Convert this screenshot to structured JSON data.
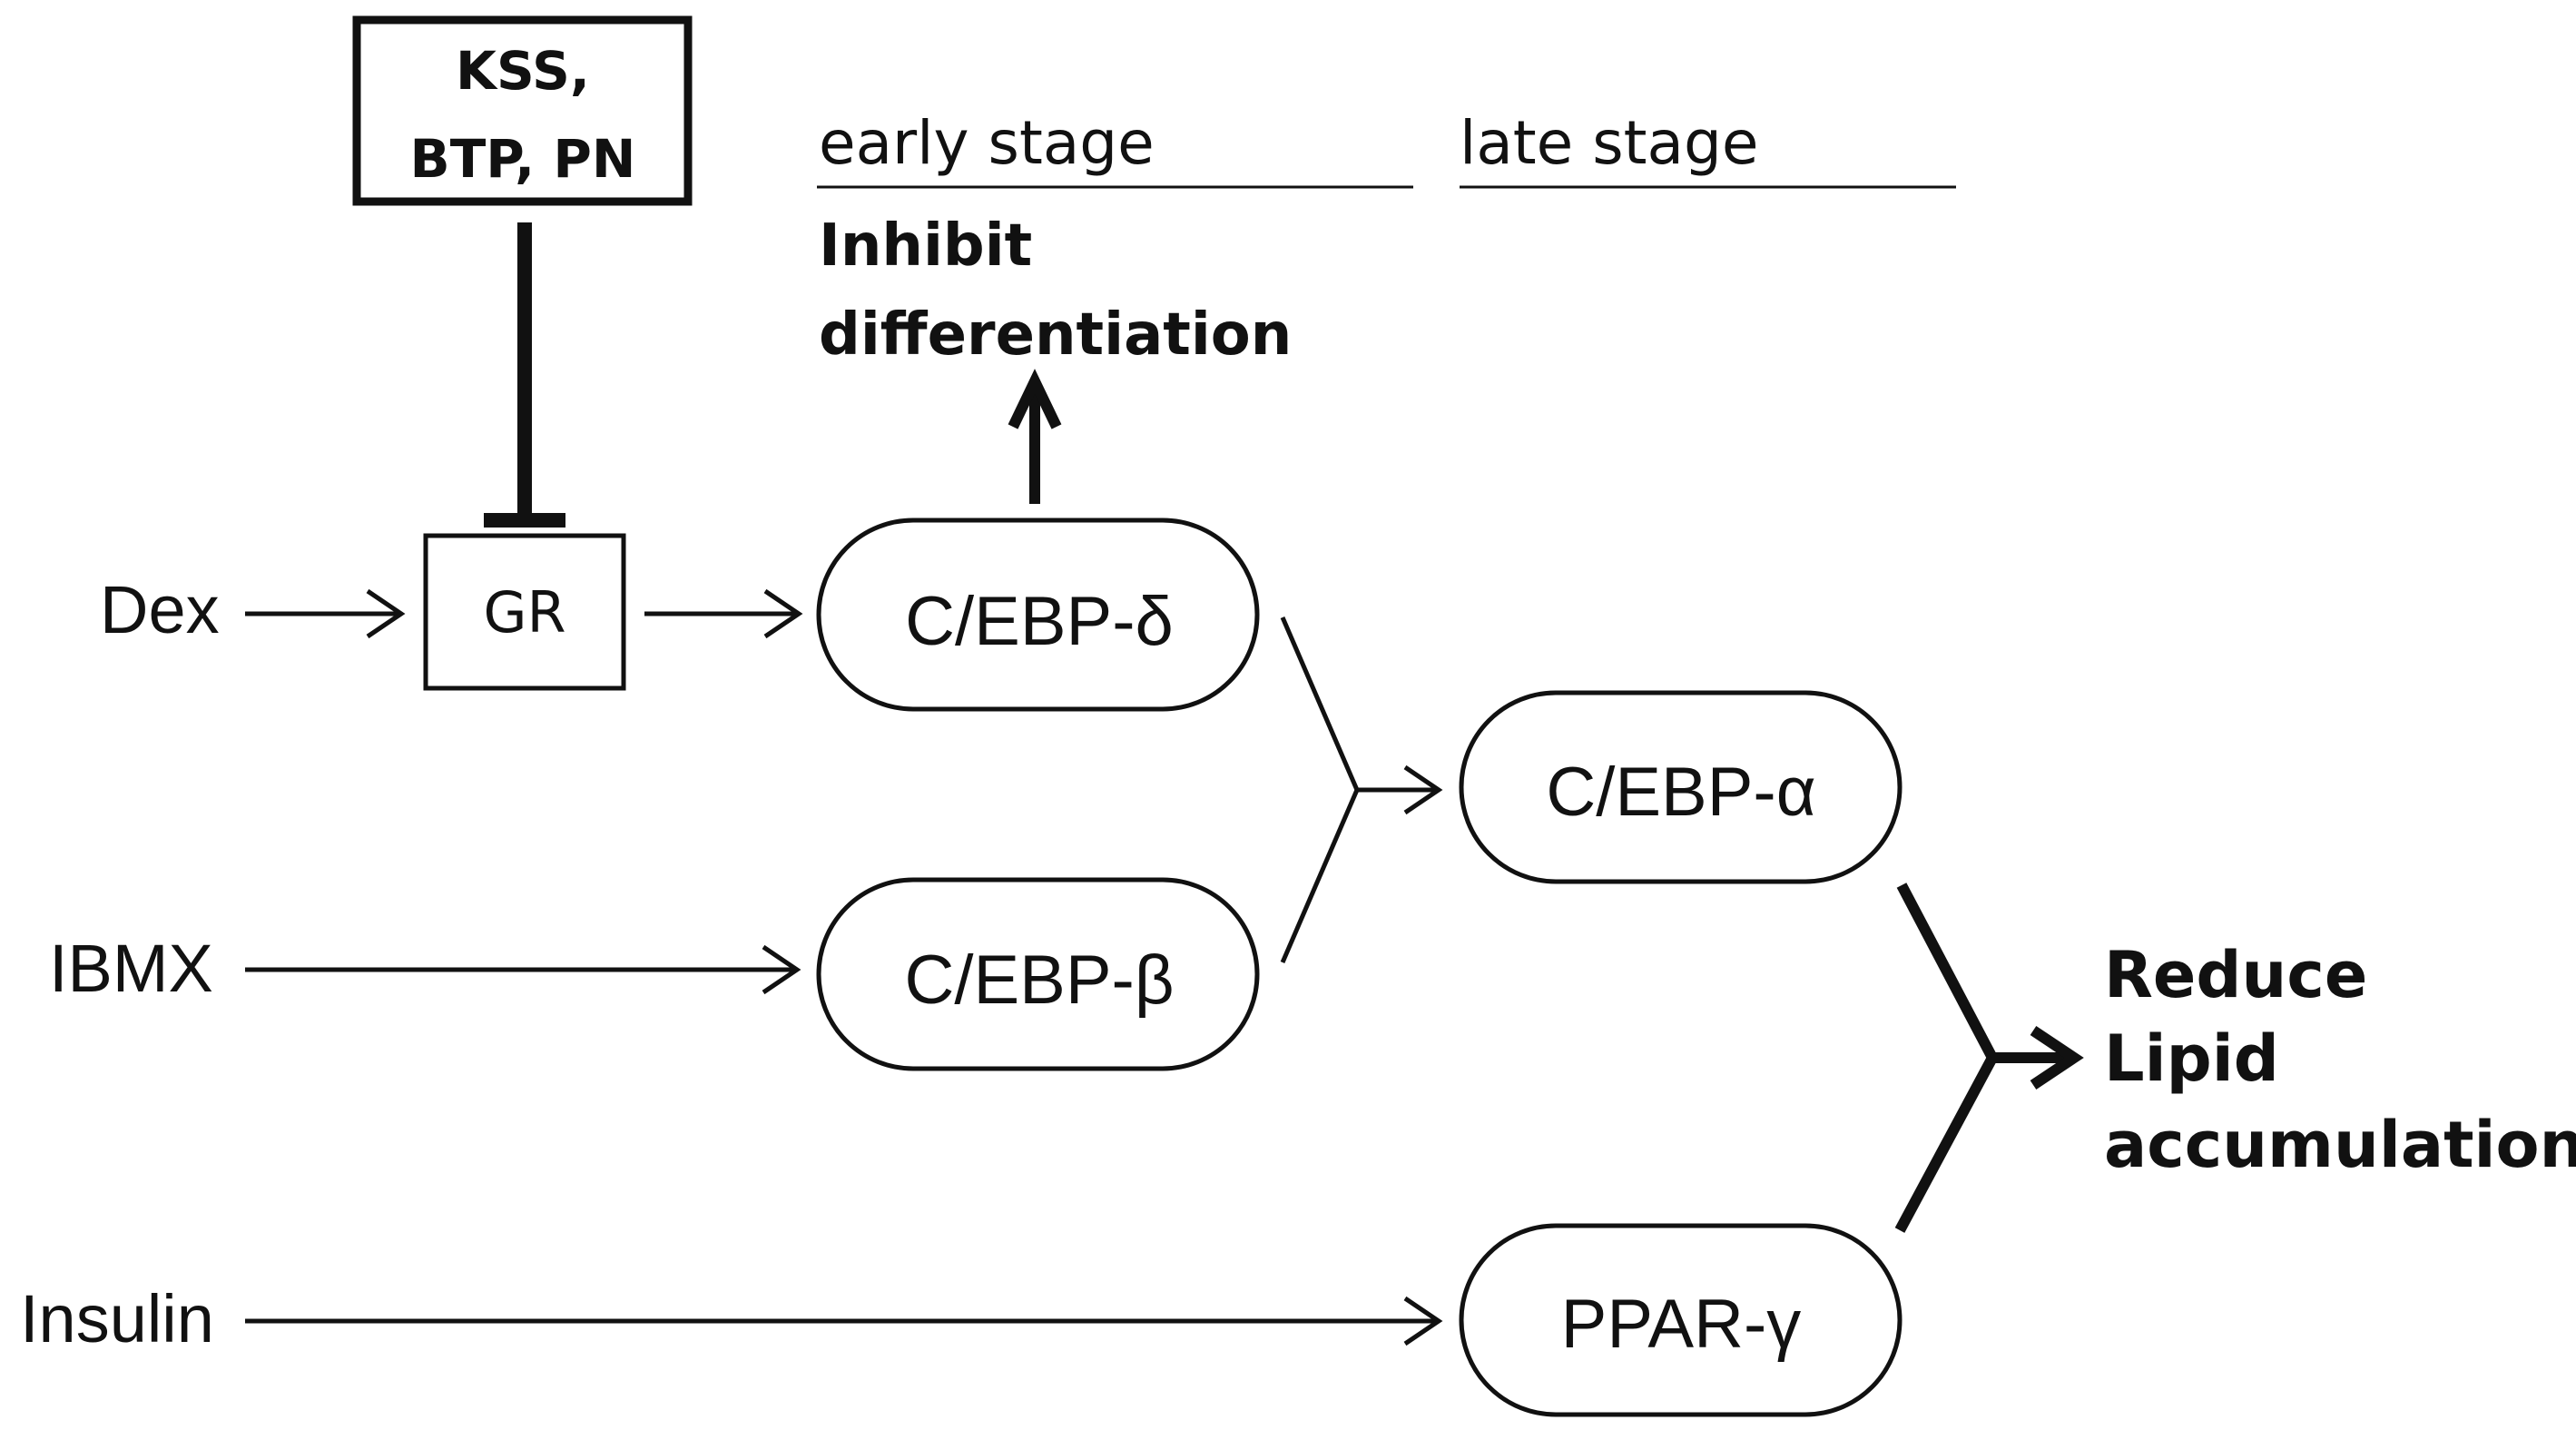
{
  "inhibitor": {
    "line1": "KSS,",
    "line2": "BTP, PN"
  },
  "stages": {
    "early": "early stage",
    "late": "late stage"
  },
  "effects": {
    "inhibit_line1": "Inhibit",
    "inhibit_line2": "differentiation",
    "reduce_line1": "Reduce",
    "reduce_line2": "Lipid",
    "reduce_line3": "accumulation"
  },
  "inputs": {
    "dex": "Dex",
    "ibmx": "IBMX",
    "insulin": "Insulin"
  },
  "nodes": {
    "gr": "GR",
    "cebp_delta": "C/EBP-δ",
    "cebp_beta": "C/EBP-β",
    "cebp_alpha": "C/EBP-α",
    "ppar_gamma": "PPAR-γ"
  }
}
